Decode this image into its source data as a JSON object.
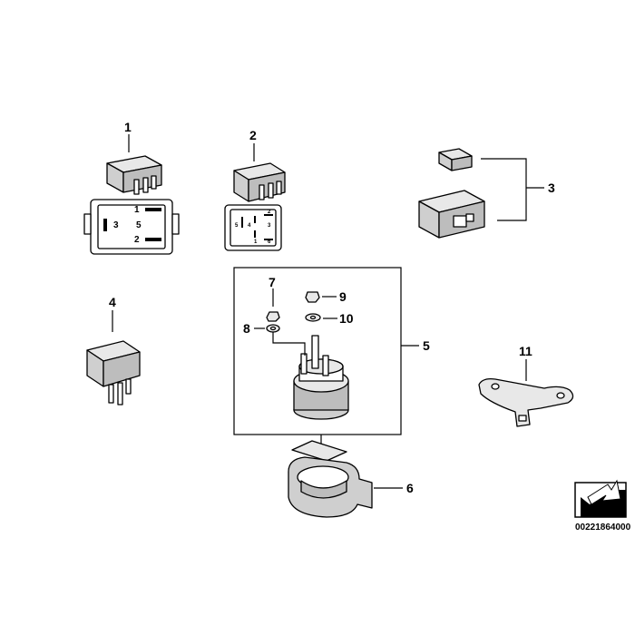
{
  "callouts": [
    "1",
    "2",
    "3",
    "4",
    "5",
    "6",
    "7",
    "8",
    "9",
    "10",
    "11"
  ],
  "relay1_pins": {
    "p1": "1",
    "p2": "2",
    "p3": "3",
    "p5": "5"
  },
  "relay2_pins": {
    "p1": "1",
    "p2": "2",
    "p3": "3",
    "p4": "4",
    "p5": "5",
    "p6": "6"
  },
  "reference_number": "00221864000",
  "logo_icon": "arrow-logo-icon"
}
